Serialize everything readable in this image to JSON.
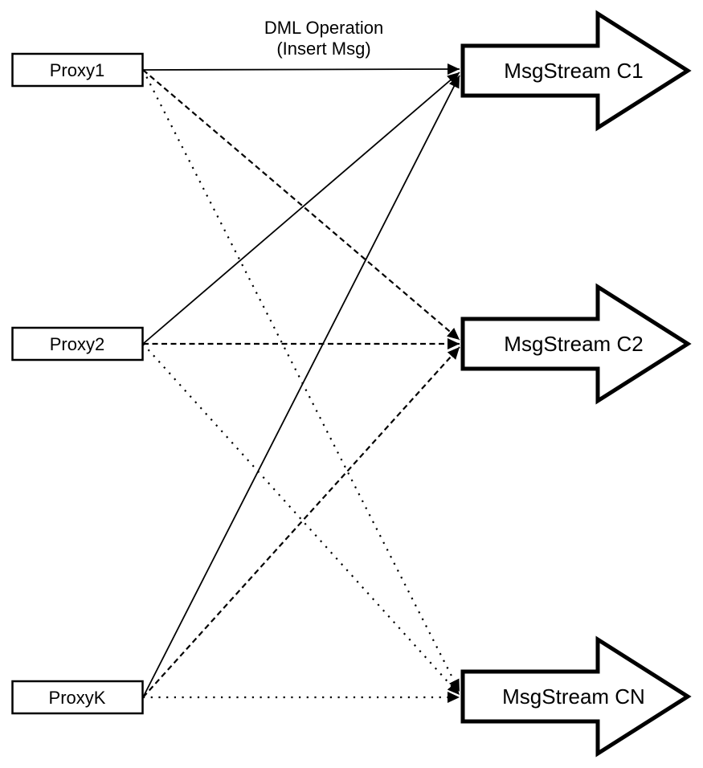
{
  "diagram": {
    "background": "#ffffff",
    "line_color": "#000000",
    "title": {
      "line1": "DML Operation",
      "line2": "(Insert Msg)"
    },
    "proxies": [
      {
        "label": "Proxy1"
      },
      {
        "label": "Proxy2"
      },
      {
        "label": "ProxyK"
      }
    ],
    "streams": [
      {
        "label": "MsgStream C1"
      },
      {
        "label": "MsgStream C2"
      },
      {
        "label": "MsgStream CN"
      }
    ],
    "connections": [
      {
        "from": "Proxy1",
        "to": "MsgStream C1",
        "style": "solid",
        "label": "DML Operation (Insert Msg)"
      },
      {
        "from": "Proxy1",
        "to": "MsgStream C2",
        "style": "dashed",
        "label": ""
      },
      {
        "from": "Proxy1",
        "to": "MsgStream CN",
        "style": "dotted",
        "label": ""
      },
      {
        "from": "Proxy2",
        "to": "MsgStream C1",
        "style": "solid",
        "label": ""
      },
      {
        "from": "Proxy2",
        "to": "MsgStream C2",
        "style": "dashed",
        "label": ""
      },
      {
        "from": "Proxy2",
        "to": "MsgStream CN",
        "style": "dotted",
        "label": ""
      },
      {
        "from": "ProxyK",
        "to": "MsgStream C1",
        "style": "solid",
        "label": ""
      },
      {
        "from": "ProxyK",
        "to": "MsgStream C2",
        "style": "dashed",
        "label": ""
      },
      {
        "from": "ProxyK",
        "to": "MsgStream CN",
        "style": "dotted",
        "label": ""
      }
    ]
  }
}
